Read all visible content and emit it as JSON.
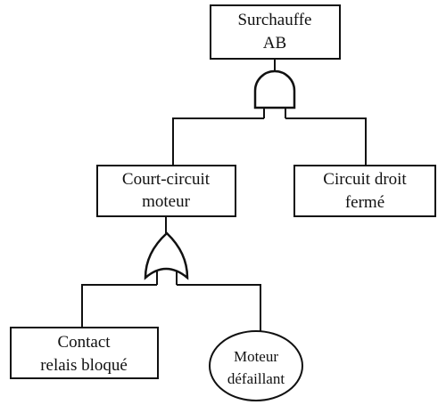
{
  "diagram": {
    "top_event": {
      "line1": "Surchauffe",
      "line2": "AB"
    },
    "gate_top": {
      "type": "AND"
    },
    "left_event": {
      "line1": "Court-circuit",
      "line2": "moteur"
    },
    "right_event": {
      "line1": "Circuit droit",
      "line2": "fermé"
    },
    "gate_mid": {
      "type": "OR"
    },
    "bottom_left_event": {
      "line1": "Contact",
      "line2": "relais bloqué"
    },
    "bottom_right_event": {
      "line1": "Moteur",
      "line2": "défaillant"
    }
  }
}
